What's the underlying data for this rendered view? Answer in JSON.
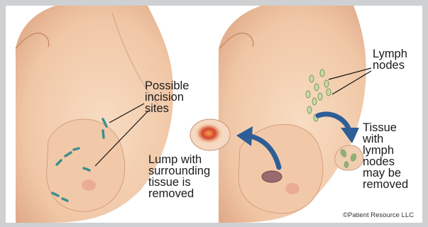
{
  "labels": {
    "incision": "Possible\nincision\nsites",
    "lump": "Lump with\nsurrounding\ntissue is\nremoved",
    "lymph_nodes": "Lymph\nnodes",
    "tissue": "Tissue\nwith\nlymph\nnodes\nmay be\nremoved"
  },
  "credit": "©Patient Resource LLC",
  "colors": {
    "skin": "#f3cfb0",
    "skin_shadow": "#dfa98a",
    "arrow": "#2f5e96",
    "incision_mark": "#3d8f8a",
    "lump_core": "#d4452e"
  }
}
